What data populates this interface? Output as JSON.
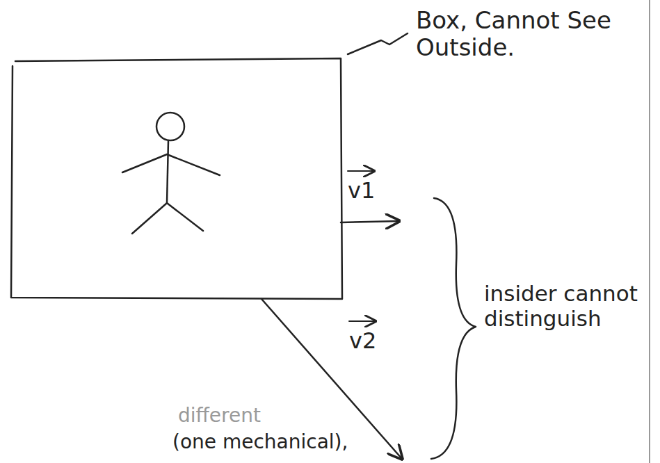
{
  "diagram": {
    "labels": [
      "Box, Cannot See Outside.",
      "v1",
      "v2",
      "insider cannot distinguish",
      "different",
      "(one mechanical),"
    ]
  }
}
